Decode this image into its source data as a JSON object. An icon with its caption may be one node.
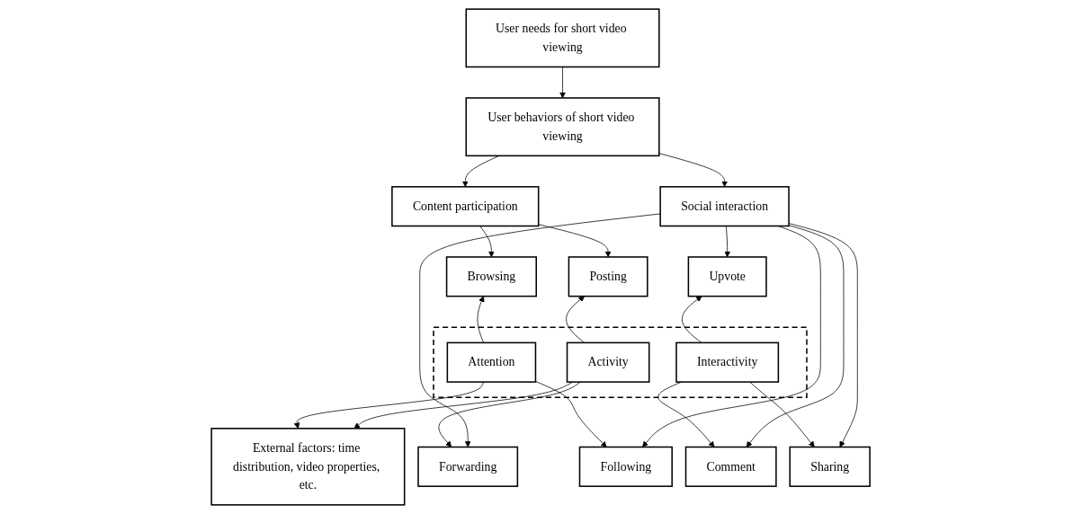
{
  "diagram": {
    "nodes": [
      {
        "text": [
          "User needs for short video viewing"
        ]
      },
      {
        "text": [
          "User behaviors of short video viewing"
        ]
      },
      {
        "text": [
          "Content participation"
        ]
      },
      {
        "text": [
          "Social interaction"
        ]
      },
      {
        "text": [
          "Browsing"
        ]
      },
      {
        "text": [
          "Posting"
        ]
      },
      {
        "text": [
          "Upvote"
        ]
      },
      {
        "text": [
          "Comment"
        ]
      },
      {
        "text": [
          "Forwarding"
        ]
      },
      {
        "text": [
          "Sharing"
        ]
      },
      {
        "text": [
          "Following"
        ]
      },
      {
        "text": [
          "External factors: time distribution, video properties, etc."
        ]
      },
      {
        "text": [],
        "shape": "box"
      },
      {
        "text": [
          "Activity"
        ],
        "in": 12
      },
      {
        "text": [
          "Attention"
        ],
        "in": 12
      },
      {
        "text": [
          "Interactivity"
        ],
        "in": 12
      }
    ],
    "edges": [
      {
        "from": 0,
        "to": 1,
        "arrow": "to"
      },
      {
        "from": 1,
        "to": 2,
        "arrow": "to"
      },
      {
        "from": 1,
        "to": 3,
        "arrow": "to"
      },
      {
        "from": 2,
        "to": 4,
        "arrow": "to"
      },
      {
        "from": 2,
        "to": 5,
        "arrow": "to"
      },
      {
        "from": 3,
        "to": 6,
        "arrow": "to"
      },
      {
        "from": 3,
        "to": 7,
        "arrow": "to"
      },
      {
        "from": 3,
        "to": 8,
        "arrow": "to"
      },
      {
        "from": 3,
        "to": 9,
        "arrow": "to"
      },
      {
        "from": 3,
        "to": 10,
        "arrow": "to"
      },
      {
        "from": 13,
        "to": 5,
        "arrow": "to"
      },
      {
        "from": 13,
        "to": 8,
        "arrow": "to"
      },
      {
        "from": 13,
        "to": 11,
        "arrow": "to"
      },
      {
        "from": 14,
        "to": 4,
        "arrow": "to"
      },
      {
        "from": 14,
        "to": 10,
        "arrow": "to"
      },
      {
        "from": 14,
        "to": 11,
        "arrow": "to"
      },
      {
        "from": 15,
        "to": 6,
        "arrow": "to"
      },
      {
        "from": 15,
        "to": 7,
        "arrow": "to"
      },
      {
        "from": 15,
        "to": 9,
        "arrow": "to"
      }
    ]
  }
}
